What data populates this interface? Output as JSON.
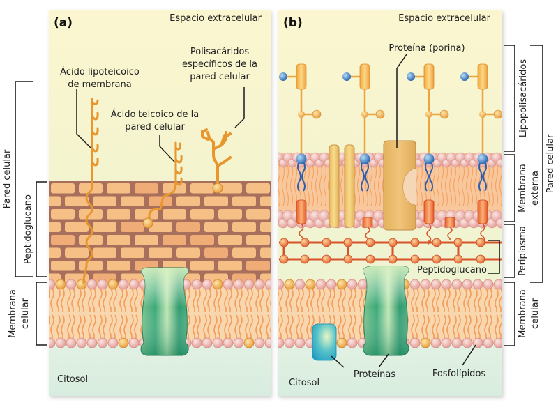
{
  "panels": {
    "a": {
      "tag": "(a)",
      "extracellular": "Espacio extracelular",
      "cytosol": "Citosol",
      "labels": {
        "lipoteichoic_1": "Ácido lipoteicoico",
        "lipoteichoic_2": "de membrana",
        "teichoic_1": "Ácido teicoico de la",
        "teichoic_2": "pared celular",
        "polysaccharides_1": "Polisacáridos",
        "polysaccharides_2": "específicos de la",
        "polysaccharides_3": "pared celular"
      },
      "brackets": {
        "cell_wall": "Pared celular",
        "peptidoglycan": "Peptidoglucano",
        "membrane_1": "Membrana",
        "membrane_2": "celular"
      }
    },
    "b": {
      "tag": "(b)",
      "extracellular": "Espacio extracelular",
      "cytosol": "Citosol",
      "labels": {
        "porin": "Proteína (porina)",
        "peptidoglycan": "Peptidoglucano",
        "proteins": "Proteínas",
        "phospholipids": "Fosfolípidos"
      },
      "brackets": {
        "lps": "Lipopolisacáridos",
        "outer_membrane_1": "Membrana",
        "outer_membrane_2": "externa",
        "periplasm": "Periplasma",
        "membrane_1": "Membrana",
        "membrane_2": "celular",
        "cell_wall": "Pared celular"
      }
    }
  },
  "colors": {
    "extracellular_bg": "#fbf7d2",
    "cytosol_bg": "#dcefdf",
    "brick_fill": "#f3b77c",
    "brick_mortar": "#a8705c",
    "lipid_head": "#eba7a0",
    "lipid_tail": "#f39c5a",
    "membrane_bg": "#f8d2a8",
    "teichoic": "#e8962e",
    "channel_protein": "#3aa57a",
    "lps_blue": "#2f75c0",
    "peptidoglycan_red": "#d8532a",
    "porin": "#e8b866",
    "cyan_protein": "#2eb3c9"
  }
}
